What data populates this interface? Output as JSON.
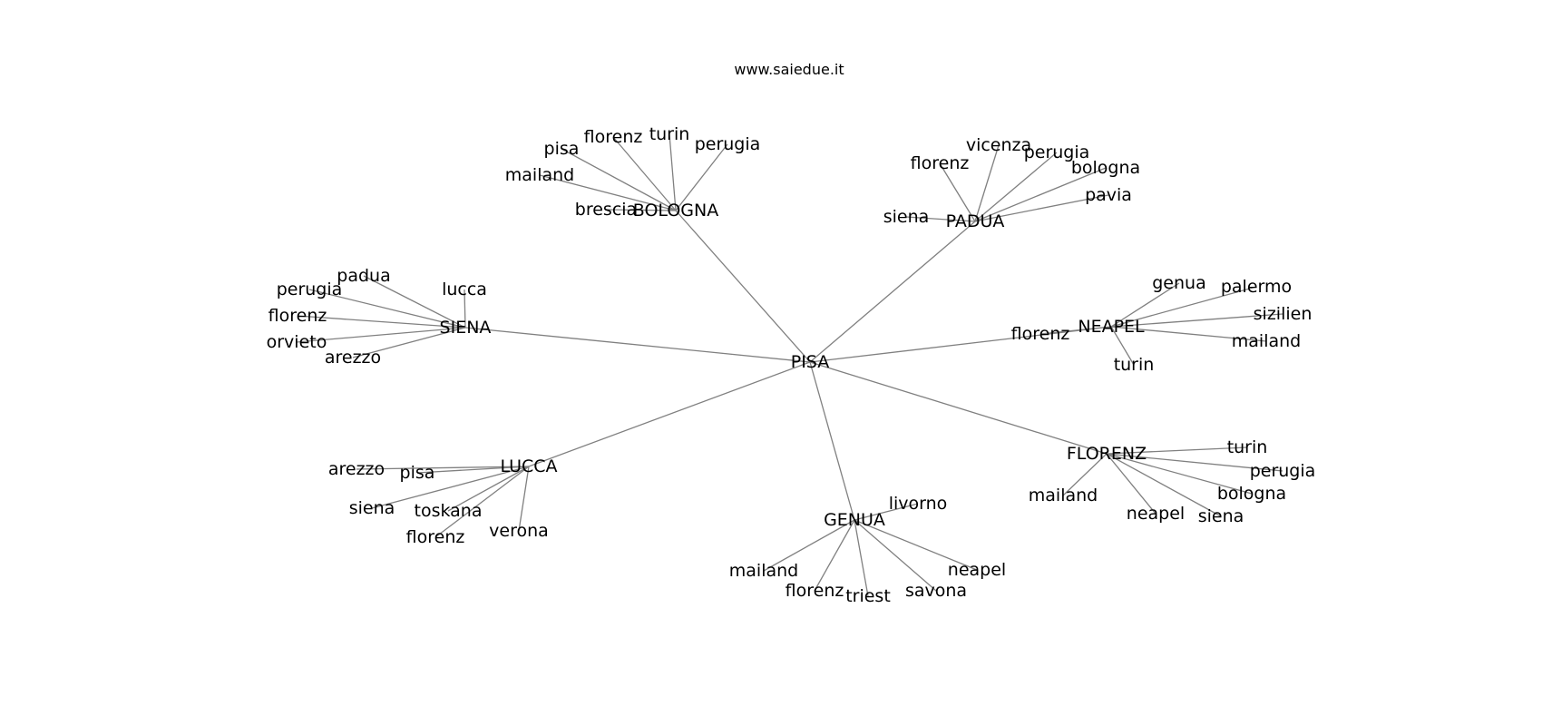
{
  "title": "www.saiedue.it",
  "edge_color": "#808080",
  "text_color": "#000000",
  "background": "#ffffff",
  "graph": {
    "root": "PISA",
    "hubs": [
      {
        "label": "BOLOGNA",
        "children": [
          "brescia",
          "mailand",
          "pisa",
          "florenz",
          "turin",
          "perugia"
        ]
      },
      {
        "label": "PADUA",
        "children": [
          "siena",
          "florenz",
          "vicenza",
          "perugia",
          "bologna",
          "pavia"
        ]
      },
      {
        "label": "SIENA",
        "children": [
          "padua",
          "perugia",
          "florenz",
          "orvieto",
          "arezzo",
          "lucca"
        ]
      },
      {
        "label": "NEAPEL",
        "children": [
          "florenz",
          "genua",
          "palermo",
          "sizilien",
          "mailand",
          "turin"
        ]
      },
      {
        "label": "LUCCA",
        "children": [
          "arezzo",
          "pisa",
          "siena",
          "toskana",
          "florenz",
          "verona"
        ]
      },
      {
        "label": "FLORENZ",
        "children": [
          "turin",
          "perugia",
          "bologna",
          "siena",
          "neapel",
          "mailand"
        ]
      },
      {
        "label": "GENUA",
        "children": [
          "livorno",
          "mailand",
          "florenz",
          "triest",
          "savona",
          "neapel"
        ]
      }
    ]
  }
}
